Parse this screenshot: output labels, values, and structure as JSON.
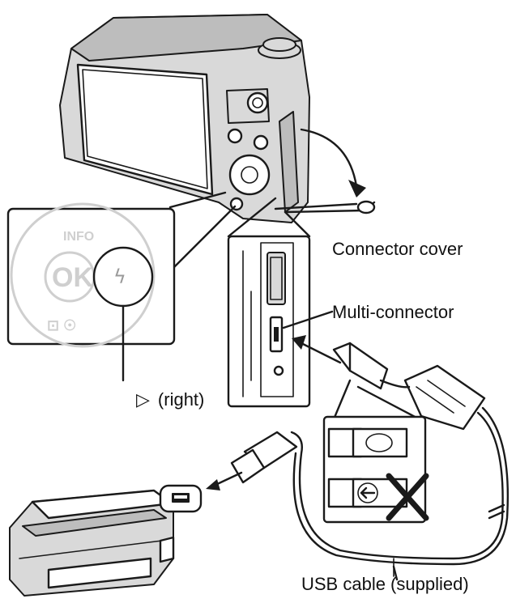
{
  "labels": {
    "connector_cover": "Connector cover",
    "multi_connector": "Multi-connector",
    "right_symbol": "▷",
    "right_text": "(right)",
    "usb_cable": "USB cable (supplied)"
  },
  "zoom_dial": {
    "top": "INFO",
    "center": "OK",
    "right": "ϟ",
    "bottom": "⊡ ☉"
  },
  "colors": {
    "line": "#1a1a1a",
    "camera_fill": "#d9d9d9",
    "faded_dial": "#cfcfcf"
  }
}
